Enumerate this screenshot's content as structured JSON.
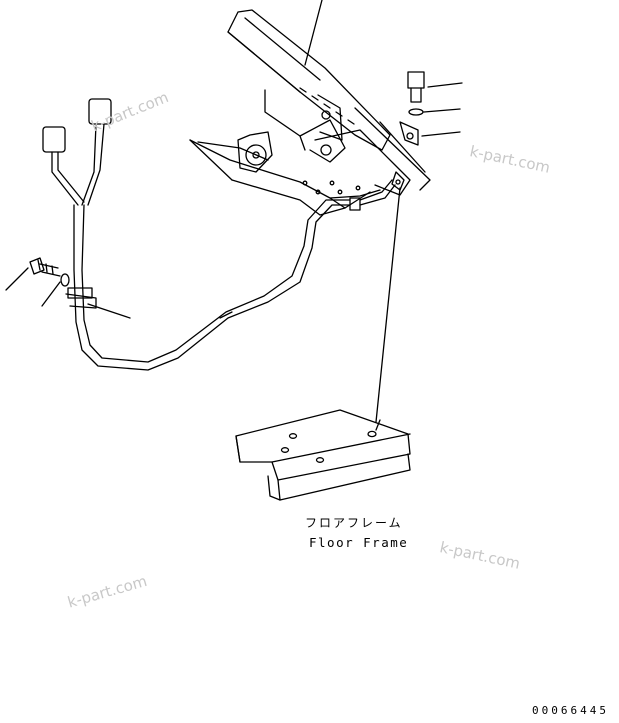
{
  "floor_frame_label_jp": "フロアフレーム",
  "floor_frame_label_en": "Floor Frame",
  "drawing_code": "00066445",
  "watermark": "k-part.com"
}
